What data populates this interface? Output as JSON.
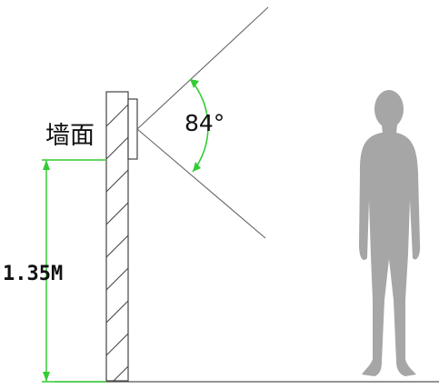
{
  "labels": {
    "wall": "墙面",
    "view_angle": "84°",
    "mount_height": "1.35M"
  },
  "colors": {
    "background": "#ffffff",
    "line": "#555555",
    "dimension": "#33cc33",
    "person": "#a6a6a6",
    "text": "#111111"
  }
}
